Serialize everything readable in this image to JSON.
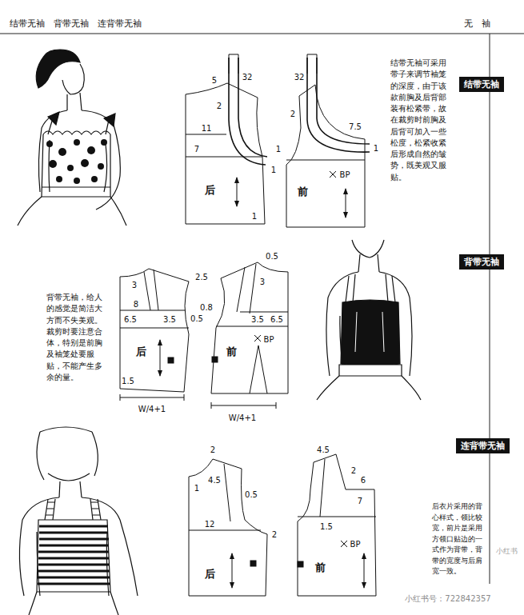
{
  "diagram": {
    "nodes": [
      {
        "text": [
          "结带无袖"
        ]
      },
      {
        "text": [
          "背带无袖"
        ]
      },
      {
        "text": [
          "连背带无袖"
        ]
      }
    ],
    "labels": [
      "结带无袖　背带无袖　连背带无袖",
      "无　袖",
      "32",
      "5",
      "2",
      "11",
      "7",
      "1",
      "后",
      "1",
      "32",
      "2",
      "7.5",
      "1",
      "1",
      "BP",
      "前",
      "结带无袖可采用带子来调节袖笼的深度，由于该款前胸及后背部装有松紧带，故在裁剪时前胸及后背可加入一些松度，松紧收紧后形成自然的皱势，既美观又服贴。",
      "3",
      "2.5",
      "8",
      "6.5",
      "3.5",
      "0.5",
      "后",
      "1.5",
      "W/4+1",
      "0.5",
      "3",
      "0.8",
      "3.5",
      "6.5",
      "BP",
      "前",
      "W/4+1",
      "背带无袖，给人的感觉是简洁大方而不失美观。裁剪时要注意合体，特别是前胸及袖笼处要服贴，不能产生多余的量。",
      "2",
      "4.5",
      "1",
      "0.5",
      "12",
      "2",
      "后",
      "4.5",
      "2",
      "6",
      "7",
      "1.5",
      "BP",
      "前",
      "后衣片采用的背心样式，领比较宽，前片是采用方领口贴边的一式作为背带，背带的宽度与后肩宽一致。",
      "小红书号：722842357",
      "小红书"
    ]
  }
}
